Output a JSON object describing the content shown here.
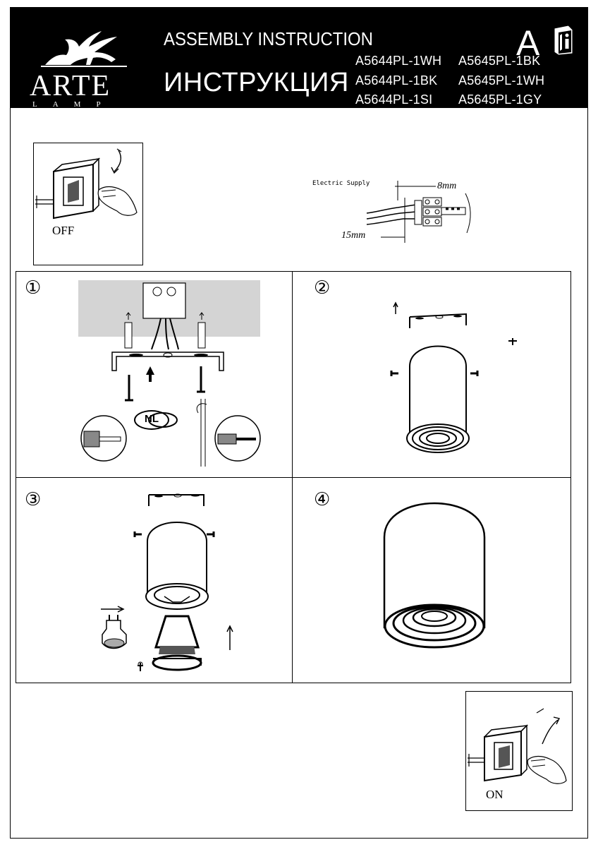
{
  "header": {
    "brand": "ARTE",
    "brand_sub": "LAMP",
    "title_en": "ASSEMBLY  INSTRUCTION",
    "title_ru": "ИНСТРУКЦИЯ",
    "a_letter": "A",
    "models": [
      "A5644PL-1WH",
      "A5645PL-1BK",
      "A5644PL-1BK",
      "A5645PL-1WH",
      "A5644PL-1SI",
      "A5645PL-1GY"
    ]
  },
  "off_panel": {
    "label": "OFF"
  },
  "wiring": {
    "supply_label": "Electric Supply",
    "strip_length": "8mm",
    "sheath_length": "15mm"
  },
  "steps": [
    {
      "number": "①",
      "nl_label": "NL"
    },
    {
      "number": "②"
    },
    {
      "number": "③"
    },
    {
      "number": "④"
    }
  ],
  "on_panel": {
    "label": "ON"
  }
}
